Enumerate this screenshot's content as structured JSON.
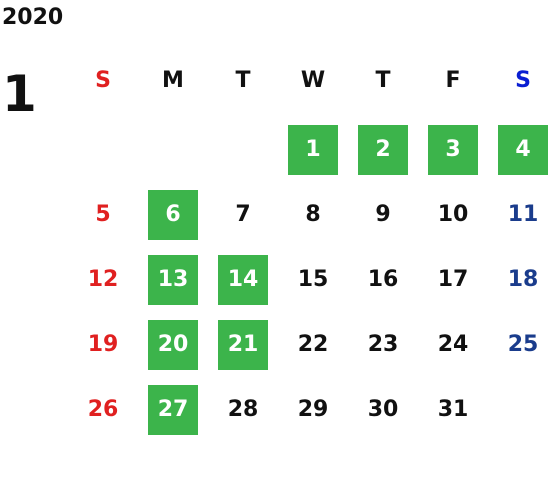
{
  "calendar": {
    "year": "2020",
    "month": "1",
    "colors": {
      "highlight_bg": "#3cb44b",
      "highlight_text": "#ffffff",
      "sunday": "#e02020",
      "saturday": "#1a3c8c",
      "saturday_header": "#0a1ed2",
      "weekday": "#111111"
    },
    "weekdays": [
      "S",
      "M",
      "T",
      "W",
      "T",
      "F",
      "S"
    ],
    "first_weekday_index": 3,
    "days": [
      {
        "label": "1",
        "highlight": true
      },
      {
        "label": "2",
        "highlight": true
      },
      {
        "label": "3",
        "highlight": true
      },
      {
        "label": "4",
        "highlight": true
      },
      {
        "label": "5",
        "highlight": false
      },
      {
        "label": "6",
        "highlight": true
      },
      {
        "label": "7",
        "highlight": false
      },
      {
        "label": "8",
        "highlight": false
      },
      {
        "label": "9",
        "highlight": false
      },
      {
        "label": "10",
        "highlight": false
      },
      {
        "label": "11",
        "highlight": false
      },
      {
        "label": "12",
        "highlight": false
      },
      {
        "label": "13",
        "highlight": true
      },
      {
        "label": "14",
        "highlight": true
      },
      {
        "label": "15",
        "highlight": false
      },
      {
        "label": "16",
        "highlight": false
      },
      {
        "label": "17",
        "highlight": false
      },
      {
        "label": "18",
        "highlight": false
      },
      {
        "label": "19",
        "highlight": false
      },
      {
        "label": "20",
        "highlight": true
      },
      {
        "label": "21",
        "highlight": true
      },
      {
        "label": "22",
        "highlight": false
      },
      {
        "label": "23",
        "highlight": false
      },
      {
        "label": "24",
        "highlight": false
      },
      {
        "label": "25",
        "highlight": false
      },
      {
        "label": "26",
        "highlight": false
      },
      {
        "label": "27",
        "highlight": true
      },
      {
        "label": "28",
        "highlight": false
      },
      {
        "label": "29",
        "highlight": false
      },
      {
        "label": "30",
        "highlight": false
      },
      {
        "label": "31",
        "highlight": false
      }
    ]
  }
}
